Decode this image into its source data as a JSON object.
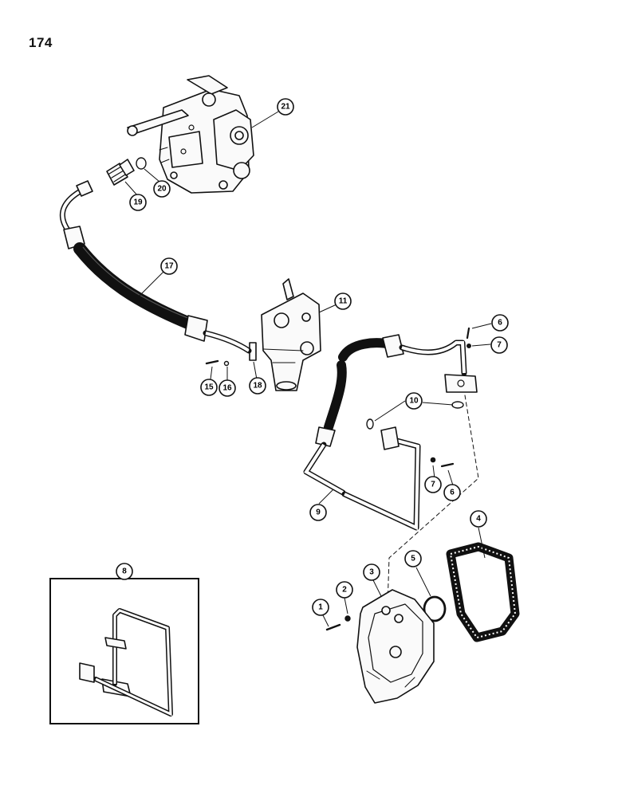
{
  "page_number": "174",
  "inset_label": "8",
  "callouts": [
    {
      "id": "c21",
      "label": "21"
    },
    {
      "id": "c20",
      "label": "20"
    },
    {
      "id": "c19",
      "label": "19"
    },
    {
      "id": "c17",
      "label": "17"
    },
    {
      "id": "c11",
      "label": "11"
    },
    {
      "id": "c15",
      "label": "15"
    },
    {
      "id": "c16",
      "label": "16"
    },
    {
      "id": "c18",
      "label": "18"
    },
    {
      "id": "c6a",
      "label": "6"
    },
    {
      "id": "c7a",
      "label": "7"
    },
    {
      "id": "c10",
      "label": "10"
    },
    {
      "id": "c7b",
      "label": "7"
    },
    {
      "id": "c6b",
      "label": "6"
    },
    {
      "id": "c9",
      "label": "9"
    },
    {
      "id": "c4",
      "label": "4"
    },
    {
      "id": "c5",
      "label": "5"
    },
    {
      "id": "c3",
      "label": "3"
    },
    {
      "id": "c2",
      "label": "2"
    },
    {
      "id": "c1",
      "label": "1"
    }
  ]
}
